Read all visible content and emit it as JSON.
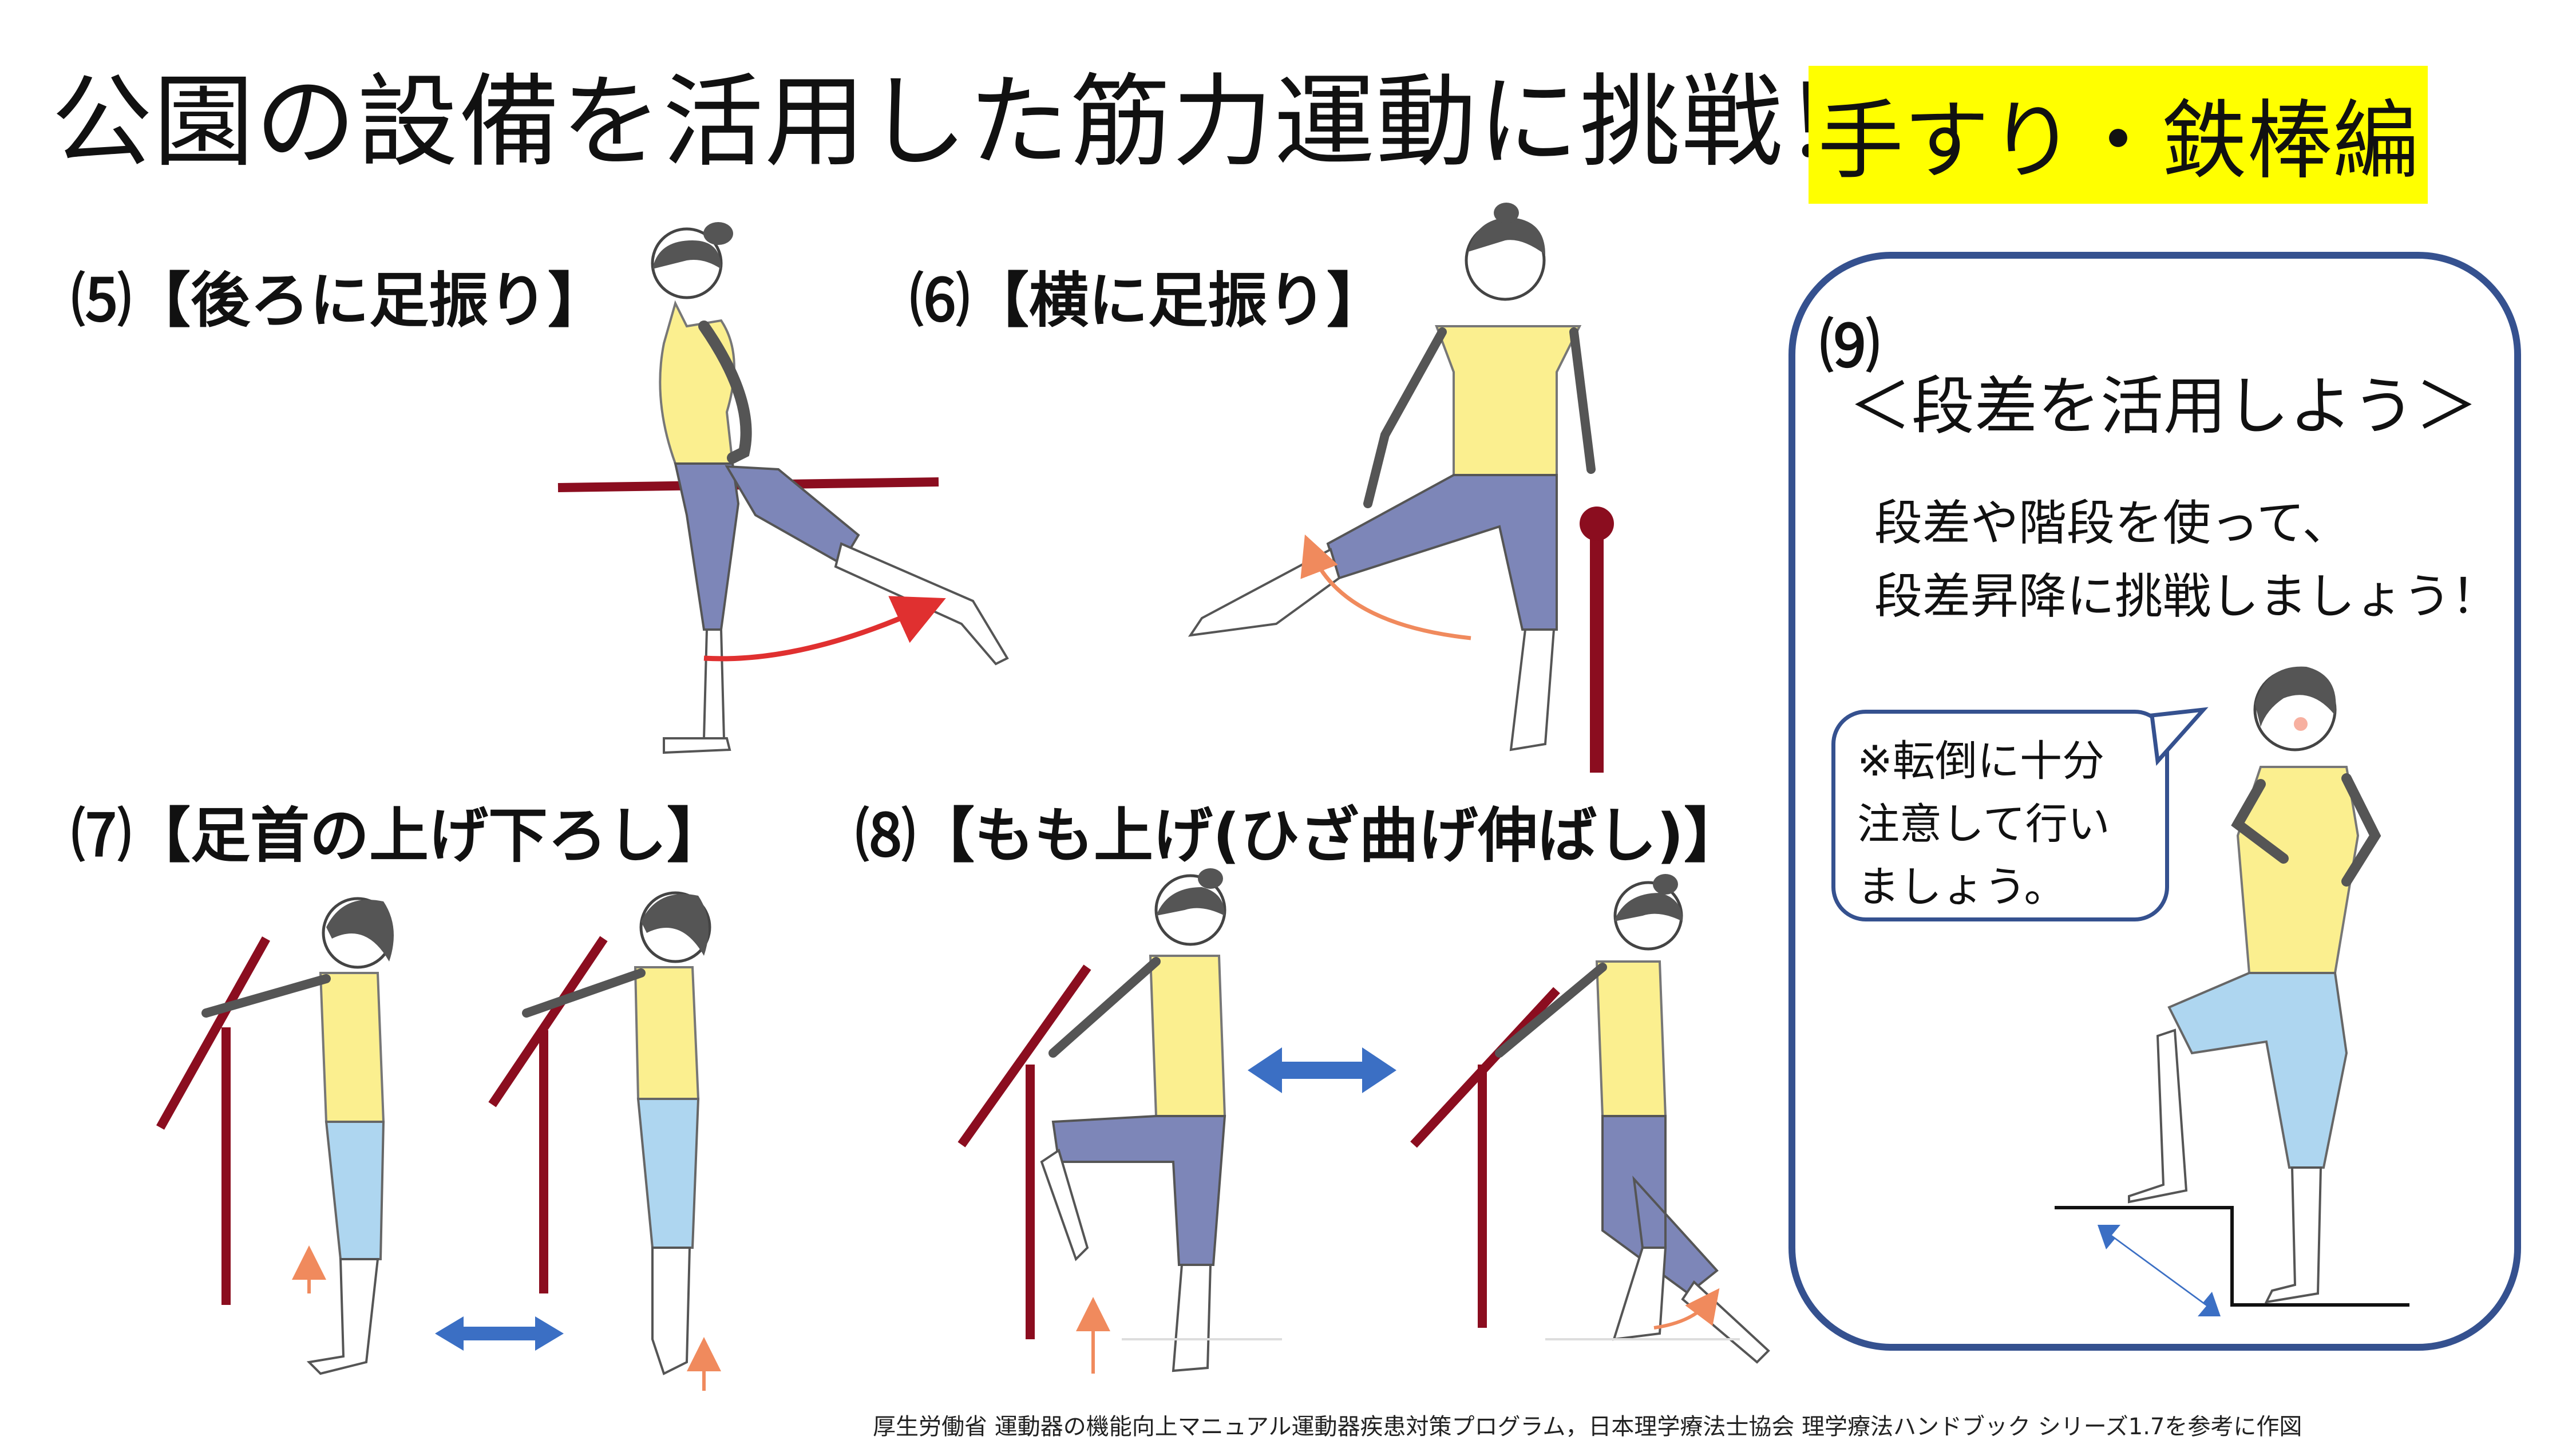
{
  "header": {
    "title": "公園の設備を活用した筋力運動に挑戦！",
    "subtitle": "手すり・鉄棒編"
  },
  "exercises": [
    {
      "number": "⑸",
      "name": "【後ろに足振り】"
    },
    {
      "number": "⑹",
      "name": "【横に足振り】"
    },
    {
      "number": "⑺",
      "name": "【足首の上げ下ろし】"
    },
    {
      "number": "⑻",
      "name": "【もも上げ(ひざ曲げ伸ばし)】"
    }
  ],
  "step_panel": {
    "number": "⑼",
    "title": "＜段差を活用しよう＞",
    "description_line1": "段差や階段を使って、",
    "description_line2": "段差昇降に挑戦しましょう！",
    "bubble_line1": "※転倒に十分",
    "bubble_line2": "注意して行い",
    "bubble_line3": "ましょう。"
  },
  "source_note": "厚生労働省 運動器の機能向上マニュアル運動器疾患対策プログラム，日本理学療法士協会 理学療法ハンドブック シリーズ1.7を参考に作図",
  "colors": {
    "bar": "#8b0d1f",
    "shirt": "#fbef8f",
    "pants_dark": "#7d86b8",
    "pants_light": "#aed6f0",
    "skin": "#ffffff",
    "arrow_blue": "#3b6fc4",
    "arrow_orange": "#f08a5d",
    "arrow_red": "#e03030",
    "panel_border": "#35518f",
    "highlight": "#ffff00"
  },
  "icons": [
    "double-arrow-icon",
    "curved-arrow-icon",
    "up-arrow-icon"
  ]
}
